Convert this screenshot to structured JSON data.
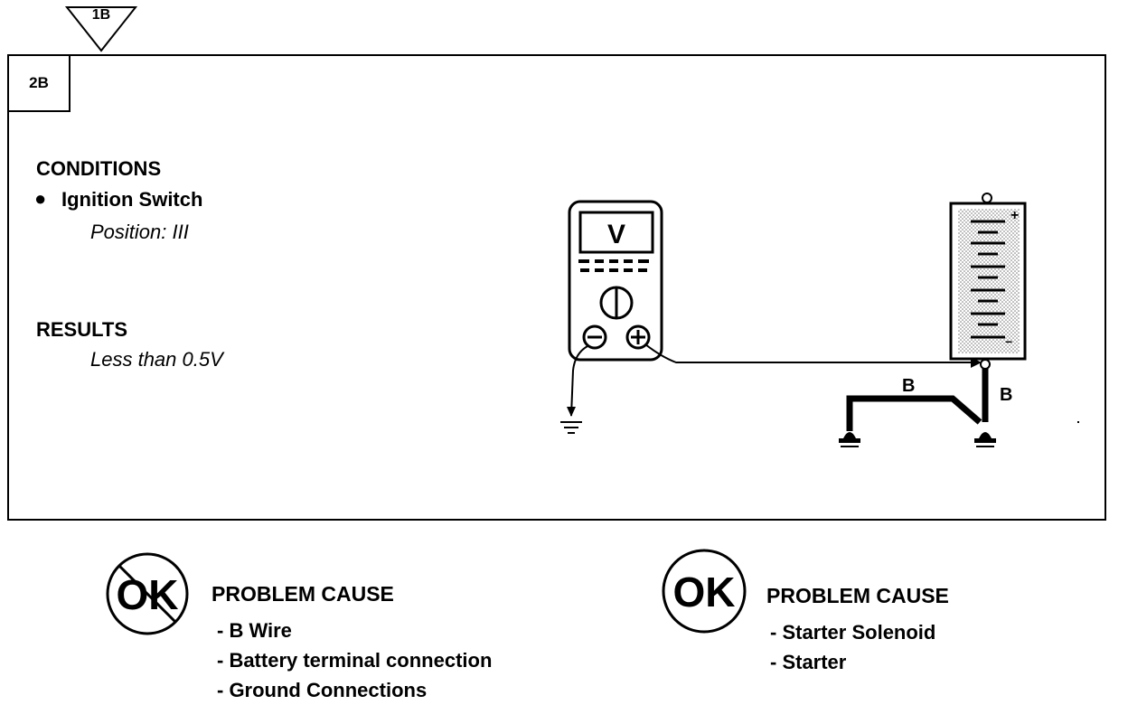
{
  "header": {
    "previous_step": "1B",
    "step": "2B"
  },
  "conditions": {
    "heading": "CONDITIONS",
    "bullet": "●",
    "item": "Ignition Switch",
    "detail": "Position: III"
  },
  "results": {
    "heading": "RESULTS",
    "value": "Less than 0.5V"
  },
  "diagram": {
    "meter_label": "V",
    "wire_label_left": "B",
    "wire_label_right": "B",
    "battery_plus": "+",
    "battery_minus": "−"
  },
  "outcomes": {
    "not_ok": {
      "badge": "OK",
      "heading": "PROBLEM CAUSE",
      "causes": [
        "- B  Wire",
        "- Battery terminal connection",
        "- Ground Connections"
      ]
    },
    "ok": {
      "badge": "OK",
      "heading": "PROBLEM CAUSE",
      "causes": [
        "- Starter Solenoid",
        "- Starter"
      ]
    }
  }
}
